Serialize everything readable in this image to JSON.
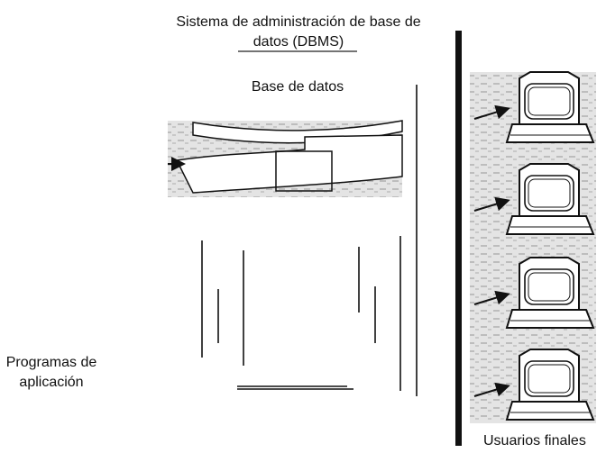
{
  "dbms": {
    "title": "Sistema de administración de base de datos (DBMS)"
  },
  "database": {
    "label": "Base de datos"
  },
  "applications": {
    "label": "Programas de aplicación"
  },
  "end_users": {
    "label": "Usuarios finales",
    "terminal_count": 4
  },
  "colors": {
    "ink": "#111111",
    "scan_background": "#e6e6e6"
  }
}
